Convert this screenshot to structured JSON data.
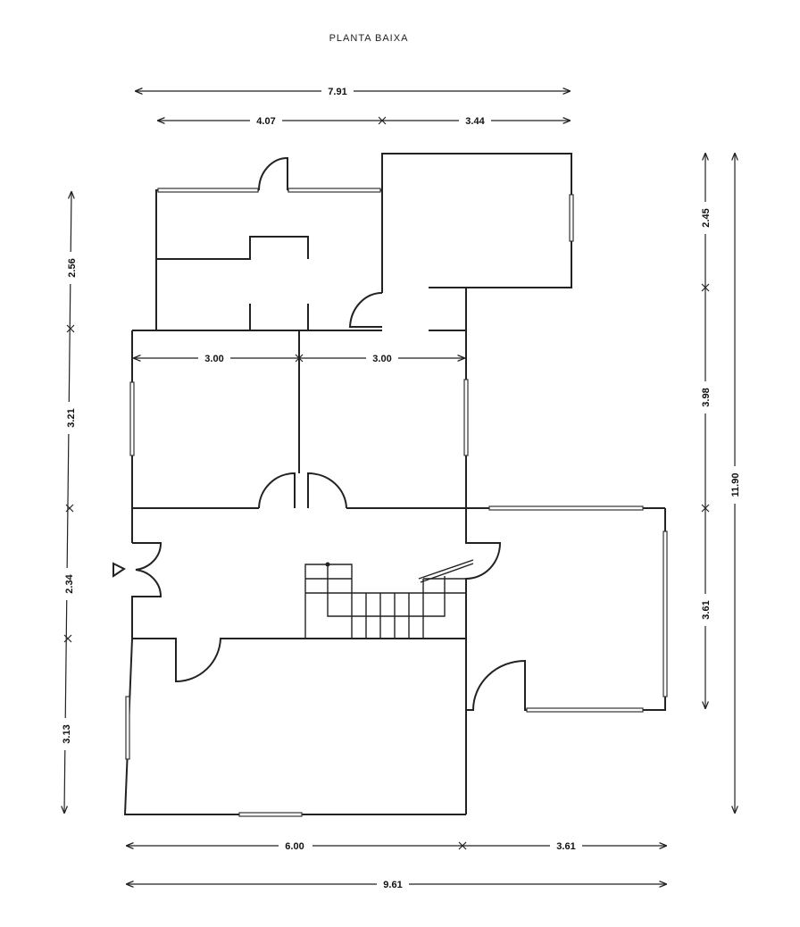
{
  "title": "PLANTA BAIXA",
  "dimensions": {
    "top_total": "7.91",
    "top_left": "4.07",
    "top_right": "3.44",
    "inner_left": "3.00",
    "inner_right": "3.00",
    "left": [
      "2.56",
      "3.21",
      "2.34",
      "3.13"
    ],
    "right": [
      "2.45",
      "3.98",
      "3.61"
    ],
    "right_total": "11.90",
    "bottom_left": "6.00",
    "bottom_right": "3.61",
    "bottom_total": "9.61"
  }
}
